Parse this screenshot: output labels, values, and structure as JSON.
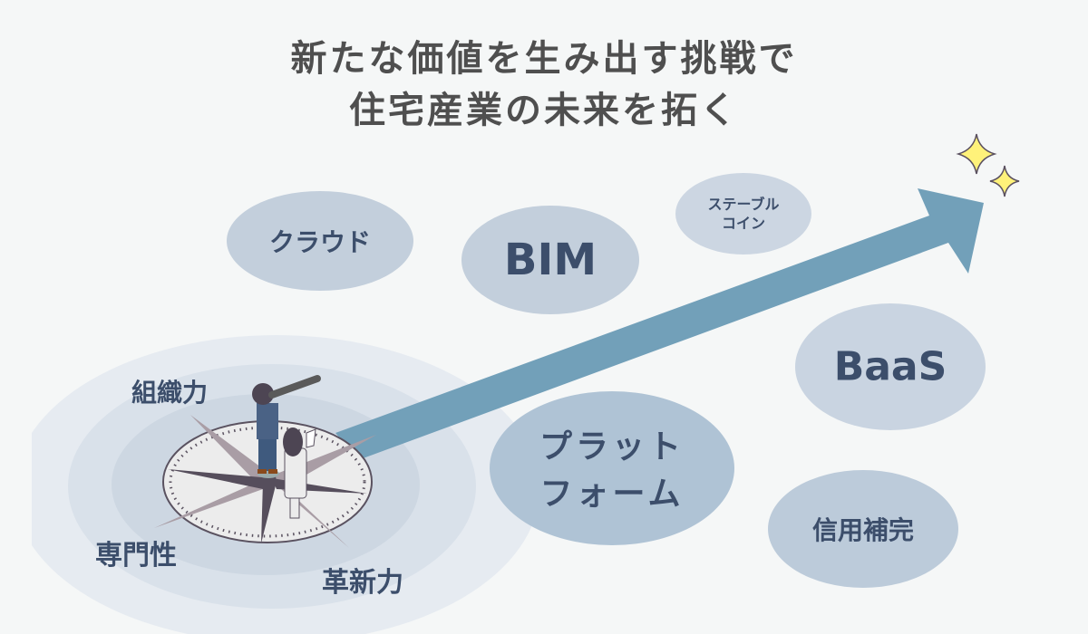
{
  "headline": {
    "line1": "新たな価値を生み出す挑戦で",
    "line2": "住宅産業の未来を拓く"
  },
  "bubbles": {
    "cloud": "クラウド",
    "bim": "BIM",
    "stablecoin_line1": "ステーブル",
    "stablecoin_line2": "コイン",
    "baas": "BaaS",
    "platform_line1": "プラット",
    "platform_line2": "フォーム",
    "credit": "信用補完"
  },
  "strengths": {
    "organization": "組織力",
    "expertise": "専門性",
    "innovation": "革新力"
  },
  "colors": {
    "arrow": "#72a0b9",
    "bubble": "#c9d4e1",
    "text": "#3c4e6b",
    "star": "#fff27a"
  }
}
